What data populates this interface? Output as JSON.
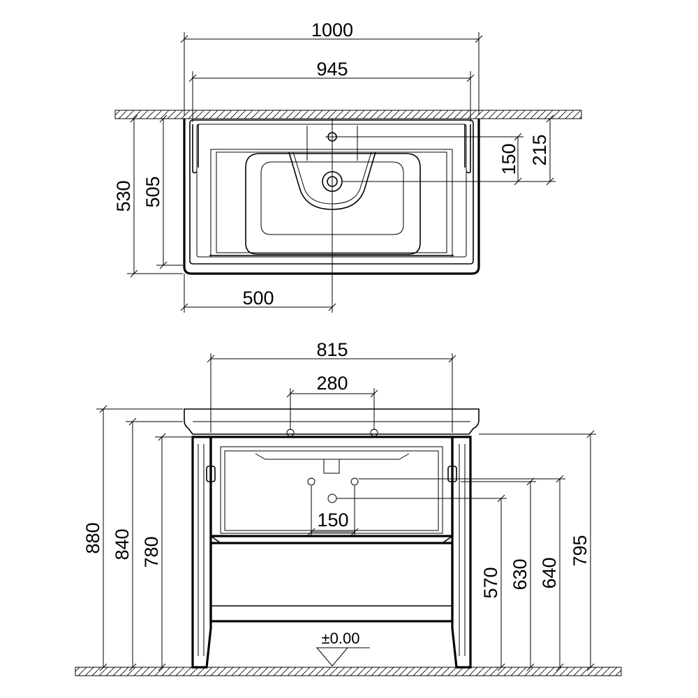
{
  "top_view": {
    "width_overall": "1000",
    "width_inner": "945",
    "depth_overall": "530",
    "depth_inner": "505",
    "tap_to_drain": "150",
    "tap_from_wall": "215",
    "center_offset": "500"
  },
  "front_view": {
    "width_815": "815",
    "spacing_280": "280",
    "spacing_150": "150",
    "height_880": "880",
    "height_840": "840",
    "height_780": "780",
    "height_570": "570",
    "height_630": "630",
    "height_640": "640",
    "height_795": "795",
    "floor_level": "±0.00"
  }
}
